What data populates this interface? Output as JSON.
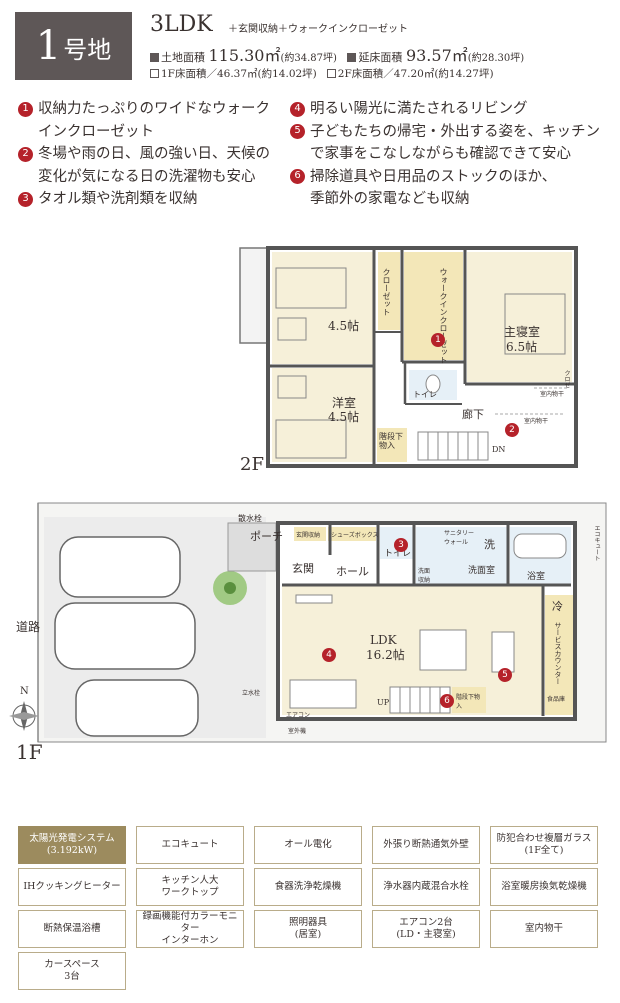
{
  "header": {
    "lot_number": "1",
    "lot_suffix": "号地",
    "plan_type": "3LDK",
    "plan_extras": "＋玄関収納＋ウォークインクローゼット",
    "land_area_label": "土地面積",
    "land_area_value": "115.30㎡",
    "land_area_tsubo": "(約34.87坪)",
    "floor_area_label": "延床面積",
    "floor_area_value": "93.57㎡",
    "floor_area_tsubo": "(約28.30坪)",
    "f1_area": "1F床面積／46.37㎡(約14.02坪)",
    "f2_area": "2F床面積／47.20㎡(約14.27坪)"
  },
  "features_left": [
    {
      "num": "1",
      "text": "収納力たっぷりのワイドなウォークインクローゼット"
    },
    {
      "num": "2",
      "text": "冬場や雨の日、風の強い日、天候の変化が気になる日の洗濯物も安心"
    },
    {
      "num": "3",
      "text": "タオル類や洗剤類を収納"
    }
  ],
  "features_right": [
    {
      "num": "4",
      "text": "明るい陽光に満たされるリビング"
    },
    {
      "num": "5",
      "text": "子どもたちの帰宅・外出する姿を、キッチンで家事をこなしながらも確認できて安心"
    },
    {
      "num": "6",
      "text": "掃除道具や日用品のストックのほか、季節外の家電なども収納"
    }
  ],
  "floor2": {
    "floor_label": "2F",
    "room_west": "4.5帖",
    "room_west2_name": "洋室",
    "room_west2_size": "4.5帖",
    "master_name": "主寝室",
    "master_size": "6.5帖",
    "closet_label": "クローゼット",
    "wic_label": "ウォークインクローゼット",
    "toilet": "トイレ",
    "hallway": "廊下",
    "storage": "階段下物入",
    "dn": "DN",
    "indoor_dry": "室内物干",
    "indoor_dry2": "室内物干",
    "closet_small": "クロゼ"
  },
  "floor1": {
    "floor_label": "1F",
    "road": "道路",
    "north": "N",
    "water_tap": "散水栓",
    "porch": "ポーチ",
    "entrance": "玄関",
    "hall": "ホール",
    "shoe_box": "シューズボックス",
    "entrance_storage": "玄関収納",
    "toilet": "トイレ",
    "sanitary_wall": "サニタリーウォール",
    "wash_room": "洗面室",
    "wash_storage": "洗面収納",
    "washer": "洗",
    "bath": "浴室",
    "eco_cute": "エコキュート",
    "fridge": "冷",
    "ldk_name": "LDK",
    "ldk_size": "16.2帖",
    "service_counter": "サービスカウンター",
    "food_storage": "食品庫",
    "stair_storage": "階段下物入",
    "up": "UP",
    "aircon": "エアコン",
    "outdoor_unit": "室外機",
    "tap2": "立水栓"
  },
  "equipment": [
    {
      "label": "太陽光発電システム\n(3.192kW)",
      "active": true
    },
    {
      "label": "エコキュート",
      "active": false
    },
    {
      "label": "オール電化",
      "active": false
    },
    {
      "label": "外張り断熱通気外壁",
      "active": false
    },
    {
      "label": "防犯合わせ複層ガラス\n(1F全て)",
      "active": false
    },
    {
      "label": "IHクッキングヒーター",
      "active": false
    },
    {
      "label": "キッチン人大\nワークトップ",
      "active": false
    },
    {
      "label": "食器洗浄乾燥機",
      "active": false
    },
    {
      "label": "浄水器内蔵混合水栓",
      "active": false
    },
    {
      "label": "浴室暖房換気乾燥機",
      "active": false
    },
    {
      "label": "断熱保温浴槽",
      "active": false
    },
    {
      "label": "録画機能付カラーモニター\nインターホン",
      "active": false
    },
    {
      "label": "照明器具\n(居室)",
      "active": false
    },
    {
      "label": "エアコン2台\n(LD・主寝室)",
      "active": false
    },
    {
      "label": "室内物干",
      "active": false
    },
    {
      "label": "カースペース\n3台",
      "active": false
    }
  ],
  "colors": {
    "badge": "#b5222a",
    "header_box": "#5e5757",
    "room_fill": "#f6f0d9",
    "active_cell": "#9c8b5e",
    "wall": "#5a5a5a"
  }
}
